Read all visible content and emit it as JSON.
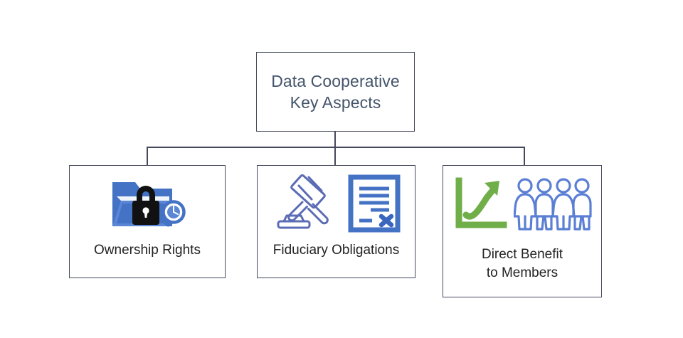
{
  "diagram": {
    "type": "hierarchy-tree",
    "root": {
      "title": "Data Cooperative\nKey Aspects",
      "text_color": "#44546A",
      "border_color": "#45495B"
    },
    "children": [
      {
        "label": "Ownership Rights",
        "icons": [
          "folder-lock-icon",
          "magnifier-icon"
        ],
        "icon_colors": {
          "folder": "#4472C4",
          "lock": "#1A1A1A",
          "magnifier": "#4472C4"
        }
      },
      {
        "label": "Fiduciary Obligations",
        "icons": [
          "gavel-icon",
          "document-x-icon"
        ],
        "icon_colors": {
          "gavel": "#5B6BB5",
          "document": "#4472C4"
        }
      },
      {
        "label": "Direct Benefit\nto Members",
        "icons": [
          "growth-chart-arrow-icon",
          "people-group-icon"
        ],
        "icon_colors": {
          "chart": "#70AD47",
          "people": "#5B7FD4"
        }
      }
    ],
    "connector_color": "#45495B",
    "background_color": "#FFFFFF"
  }
}
